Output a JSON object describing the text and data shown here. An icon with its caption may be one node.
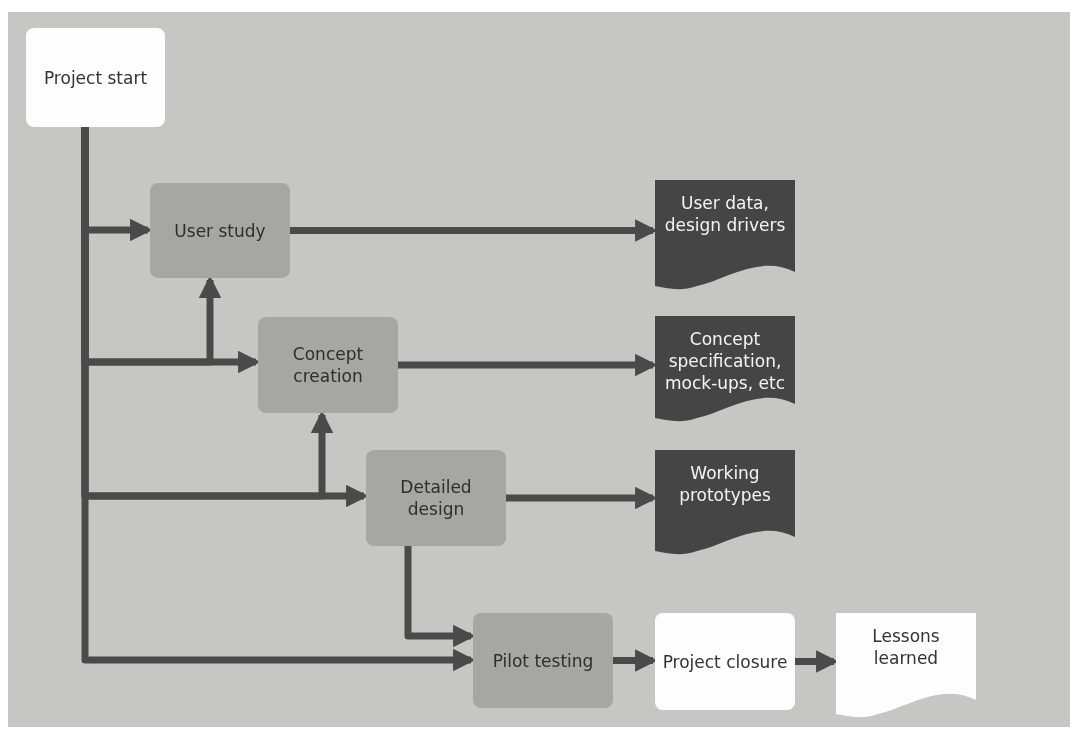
{
  "diagram": {
    "nodes": [
      {
        "text": [
          "Project start"
        ]
      },
      {
        "text": [
          "User study"
        ]
      },
      {
        "text": [
          "User data, design drivers"
        ]
      },
      {
        "text": [
          "Concept creation"
        ]
      },
      {
        "text": [
          "Concept specification, mock-ups, etc"
        ]
      },
      {
        "text": [
          "Detailed design"
        ]
      },
      {
        "text": [
          "Working prototypes"
        ]
      },
      {
        "text": [
          "Pilot testing"
        ]
      },
      {
        "text": [
          "Project closure"
        ]
      },
      {
        "text": [
          "Lessons learned"
        ]
      }
    ],
    "edges": [
      {
        "from": 0,
        "to": 1,
        "arrow": "to"
      },
      {
        "from": 0,
        "to": 3,
        "arrow": "to"
      },
      {
        "from": 0,
        "to": 1,
        "arrow": "to"
      },
      {
        "from": 0,
        "to": 5,
        "arrow": "to"
      },
      {
        "from": 0,
        "to": 3,
        "arrow": "to"
      },
      {
        "from": 0,
        "to": 7,
        "arrow": "to"
      },
      {
        "from": 1,
        "to": 2,
        "arrow": "to"
      },
      {
        "from": 3,
        "to": 4,
        "arrow": "to"
      },
      {
        "from": 5,
        "to": 6,
        "arrow": "to"
      },
      {
        "from": 5,
        "to": 7,
        "arrow": "to"
      },
      {
        "from": 7,
        "to": 8,
        "arrow": "to"
      },
      {
        "from": 8,
        "to": 9,
        "arrow": "to"
      }
    ]
  }
}
